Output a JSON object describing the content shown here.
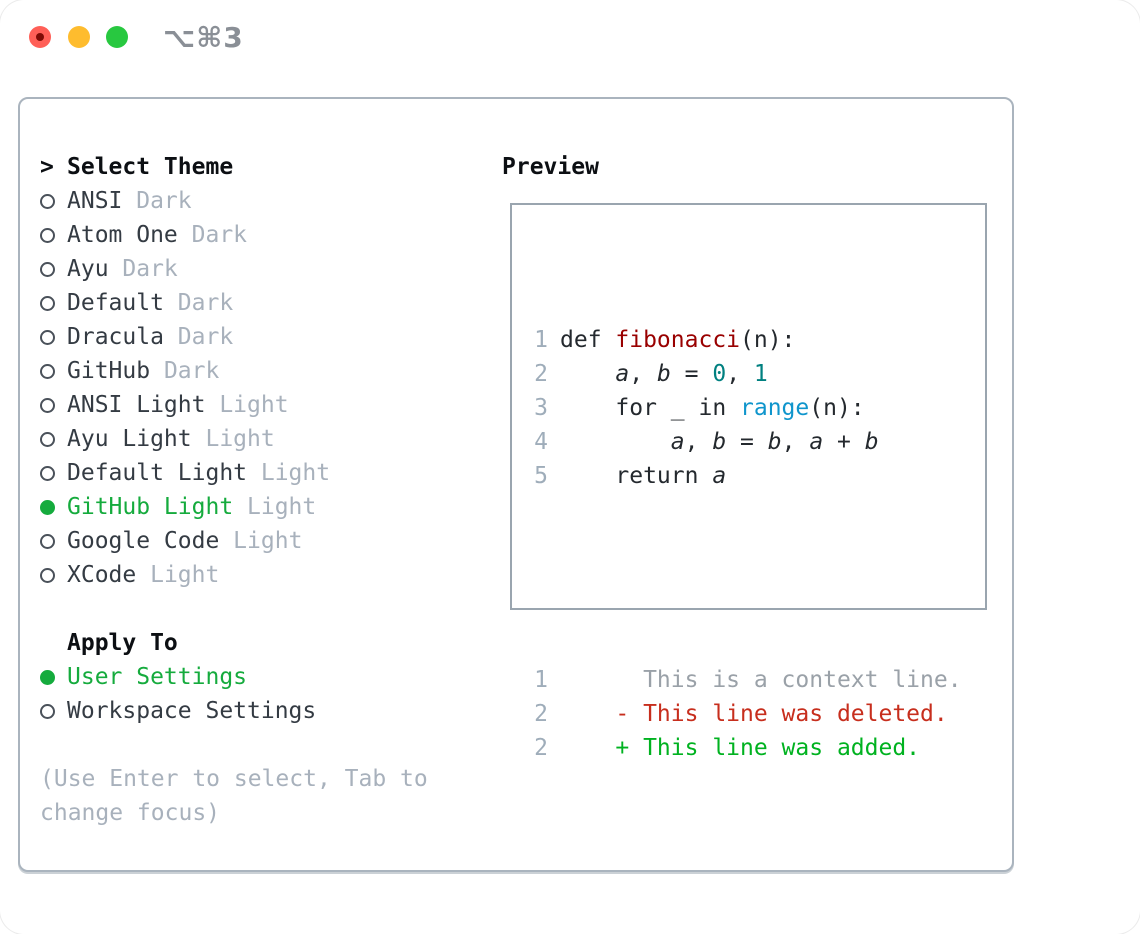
{
  "window": {
    "title": "⌥⌘3",
    "traffic_lights": [
      "close",
      "minimize",
      "zoom"
    ]
  },
  "colors": {
    "selection_green": "#15ab3d",
    "added_green": "#00b220",
    "deleted_red": "#c72e1d",
    "function_red": "#990000",
    "number_teal": "#008080",
    "builtin_blue": "#0f95cc",
    "muted_gray": "#a8b1bc",
    "text_dark": "#24292e"
  },
  "theme_picker": {
    "prompt": ">",
    "header": "Select Theme",
    "items": [
      {
        "name": "ANSI",
        "variant": "Dark",
        "selected": false
      },
      {
        "name": "Atom One",
        "variant": "Dark",
        "selected": false
      },
      {
        "name": "Ayu",
        "variant": "Dark",
        "selected": false
      },
      {
        "name": "Default",
        "variant": "Dark",
        "selected": false
      },
      {
        "name": "Dracula",
        "variant": "Dark",
        "selected": false
      },
      {
        "name": "GitHub",
        "variant": "Dark",
        "selected": false
      },
      {
        "name": "ANSI Light",
        "variant": "Light",
        "selected": false
      },
      {
        "name": "Ayu Light",
        "variant": "Light",
        "selected": false
      },
      {
        "name": "Default Light",
        "variant": "Light",
        "selected": false
      },
      {
        "name": "GitHub Light",
        "variant": "Light",
        "selected": true
      },
      {
        "name": "Google Code",
        "variant": "Light",
        "selected": false
      },
      {
        "name": "XCode",
        "variant": "Light",
        "selected": false
      }
    ]
  },
  "apply_to": {
    "header": "Apply To",
    "items": [
      {
        "name": "User Settings",
        "selected": true
      },
      {
        "name": "Workspace Settings",
        "selected": false
      }
    ]
  },
  "help_text": "(Use Enter to select, Tab to change focus)",
  "preview": {
    "header": "Preview",
    "code_lines": [
      {
        "num": "1",
        "tokens": [
          {
            "text": "def ",
            "style": "plain"
          },
          {
            "text": "fibonacci",
            "style": "function"
          },
          {
            "text": "(n):",
            "style": "plain"
          }
        ]
      },
      {
        "num": "2",
        "tokens": [
          {
            "text": "    ",
            "style": "plain"
          },
          {
            "text": "a",
            "style": "variable"
          },
          {
            "text": ", ",
            "style": "plain"
          },
          {
            "text": "b",
            "style": "variable"
          },
          {
            "text": " = ",
            "style": "plain"
          },
          {
            "text": "0",
            "style": "number"
          },
          {
            "text": ", ",
            "style": "plain"
          },
          {
            "text": "1",
            "style": "number"
          }
        ]
      },
      {
        "num": "3",
        "tokens": [
          {
            "text": "    for _ in ",
            "style": "plain"
          },
          {
            "text": "range",
            "style": "builtin"
          },
          {
            "text": "(n):",
            "style": "plain"
          }
        ]
      },
      {
        "num": "4",
        "tokens": [
          {
            "text": "        ",
            "style": "plain"
          },
          {
            "text": "a",
            "style": "variable"
          },
          {
            "text": ", ",
            "style": "plain"
          },
          {
            "text": "b",
            "style": "variable"
          },
          {
            "text": " = ",
            "style": "plain"
          },
          {
            "text": "b",
            "style": "variable"
          },
          {
            "text": ", ",
            "style": "plain"
          },
          {
            "text": "a",
            "style": "variable"
          },
          {
            "text": " + ",
            "style": "plain"
          },
          {
            "text": "b",
            "style": "variable"
          }
        ]
      },
      {
        "num": "5",
        "tokens": [
          {
            "text": "    return ",
            "style": "plain"
          },
          {
            "text": "a",
            "style": "variable"
          }
        ]
      }
    ],
    "diff_lines": [
      {
        "num": "1",
        "text": "      This is a context line.",
        "style": "context"
      },
      {
        "num": "2",
        "text": "    - This line was deleted.",
        "style": "deleted"
      },
      {
        "num": "2",
        "text": "    + This line was added.",
        "style": "added"
      }
    ]
  }
}
